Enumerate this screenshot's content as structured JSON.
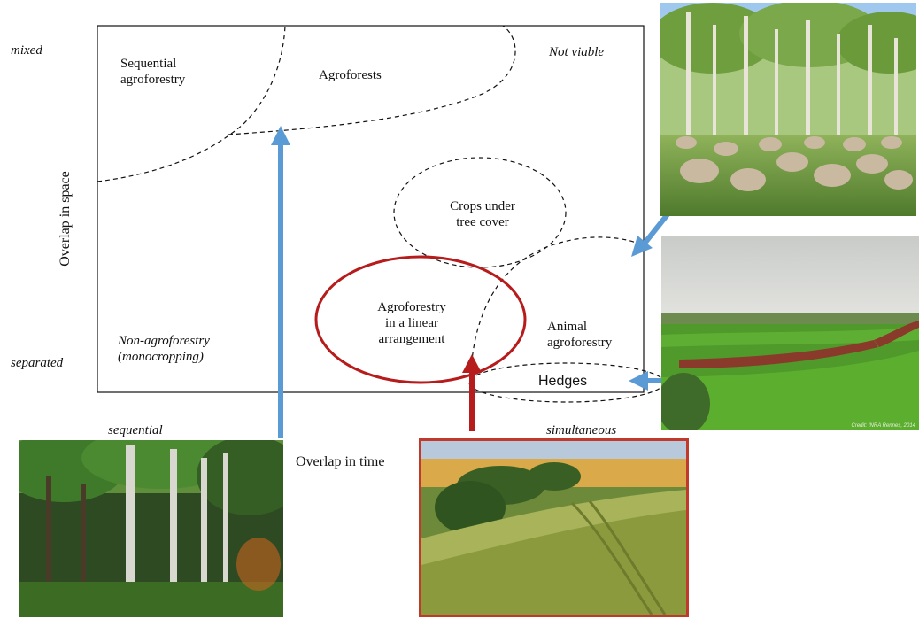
{
  "axes": {
    "y_title": "Overlap in space",
    "y_top": "mixed",
    "y_bottom": "separated",
    "x_title": "Overlap in time",
    "x_left": "sequential",
    "x_right": "simultaneous"
  },
  "regions": {
    "sequential_agroforestry": "Sequential\nagroforestry",
    "agroforests": "Agroforests",
    "not_viable": "Not viable",
    "crops_under_tree_cover": "Crops under\ntree cover",
    "linear_agroforestry": "Agroforestry\nin a linear\narrangement",
    "animal_agroforestry": "Animal\nagroforestry",
    "non_agroforestry": "Non-agroforestry\n(monocropping)",
    "hedges": "Hedges"
  },
  "photos": {
    "hedges_credit": "Credit: INRA Rennes, 2014"
  },
  "colors": {
    "blue_arrow": "#5b9bd5",
    "red_arrow": "#b71c1c",
    "red_ellipse": "#b71c1c",
    "photo_border_red": "#c0392b"
  }
}
